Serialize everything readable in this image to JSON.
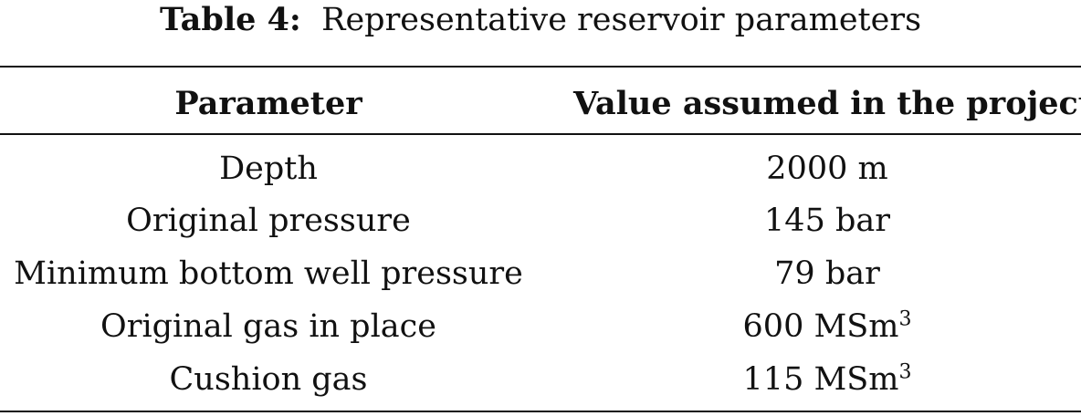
{
  "caption": {
    "label": "Table 4:",
    "text": "Representative reservoir parameters"
  },
  "table": {
    "headers": [
      "Parameter",
      "Value assumed in the project"
    ],
    "rows": [
      {
        "parameter": "Depth",
        "value": "2000 m",
        "sup": ""
      },
      {
        "parameter": "Original pressure",
        "value": "145 bar",
        "sup": ""
      },
      {
        "parameter": "Minimum bottom well pressure",
        "value": "79 bar",
        "sup": ""
      },
      {
        "parameter": "Original gas in place",
        "value": "600 MSm",
        "sup": "3"
      },
      {
        "parameter": "Cushion gas",
        "value": "115 MSm",
        "sup": "3"
      }
    ]
  }
}
